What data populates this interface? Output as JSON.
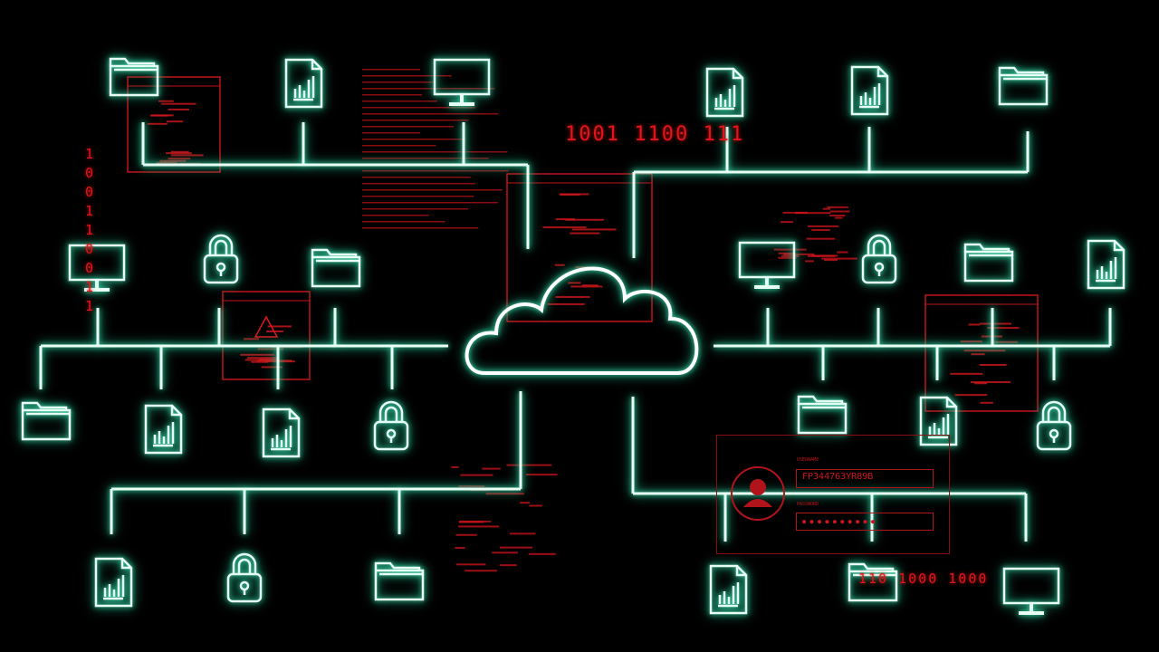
{
  "scene": {
    "colors": {
      "network": "#e8fff6",
      "glow": "#3fe0b0",
      "alert": "#e0161c"
    },
    "center_icon": "cloud-icon",
    "node_icons": [
      "folder-icon",
      "document-chart-icon",
      "monitor-icon",
      "lock-icon"
    ]
  },
  "binary": {
    "top": "1001 1100 111",
    "bottom_right": "110 1000 1000",
    "vertical_left": "1 0 0 1 1 0 0 1 1"
  },
  "login_panel": {
    "username_label": "USERNAME",
    "username_value": "FP344763YR89B",
    "password_label": "PASSWORD",
    "password_value": "● ● ● ● ● ● ● ● ● ●"
  },
  "alert_icon": "warning-icon"
}
